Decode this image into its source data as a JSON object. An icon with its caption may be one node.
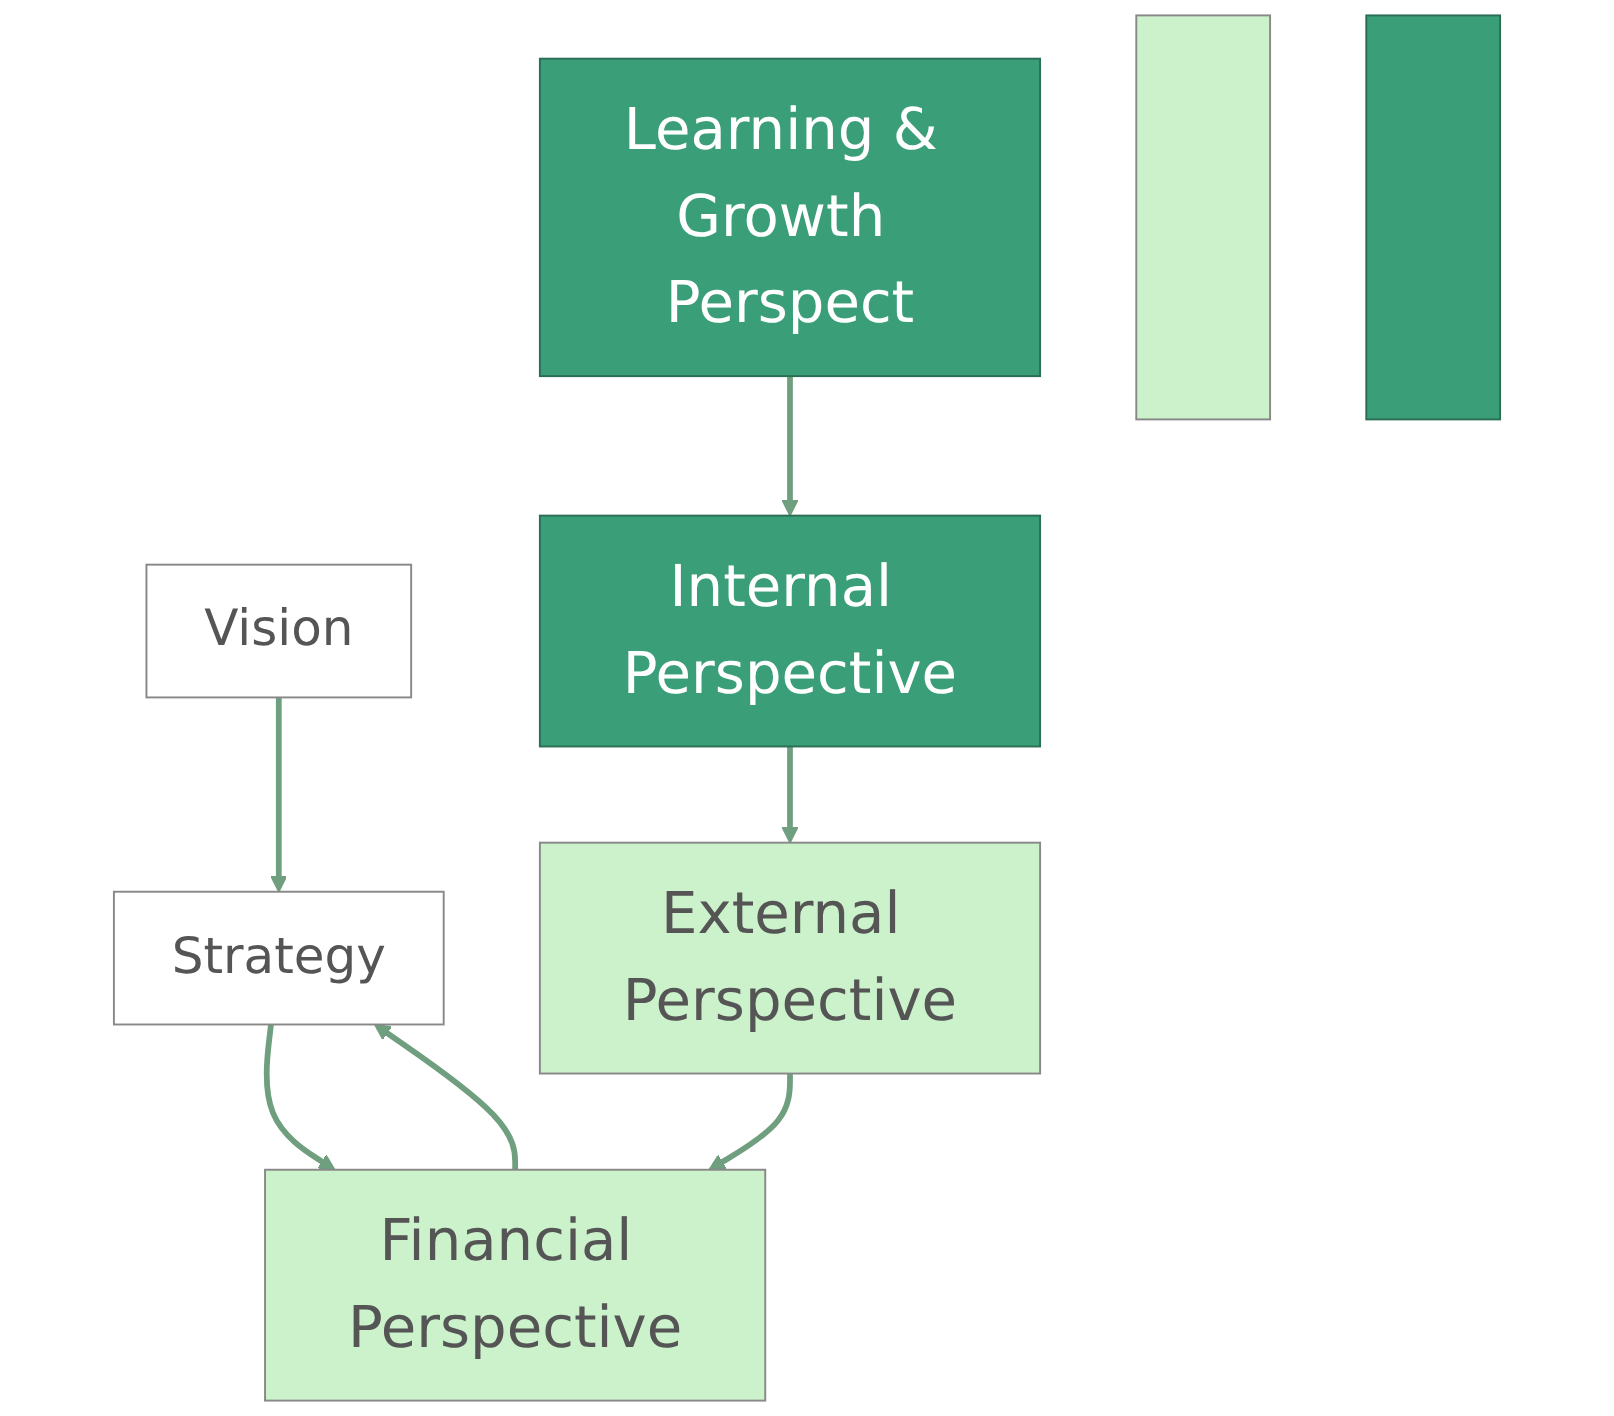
{
  "diagram": {
    "nodes": [
      {
        "text": [
          "Vision"
        ]
      },
      {
        "text": [
          "Strategy"
        ]
      },
      {
        "text": [
          "Financial Perspective"
        ]
      },
      {
        "text": [
          "External Perspective"
        ]
      },
      {
        "text": [
          "Internal Perspective"
        ]
      },
      {
        "text": [
          "Learning & Growth Perspect"
        ]
      },
      {
        "text": [],
        "shape": "bar"
      },
      {
        "text": [],
        "shape": "bar"
      }
    ],
    "edges": [
      {
        "from": 0,
        "to": 1,
        "arrow": "to"
      },
      {
        "from": 1,
        "to": 2,
        "arrow": "to"
      },
      {
        "from": 2,
        "to": 1,
        "arrow": "to"
      },
      {
        "from": 3,
        "to": 2,
        "arrow": "to"
      },
      {
        "from": 4,
        "to": 3,
        "arrow": "to"
      },
      {
        "from": 5,
        "to": 4,
        "arrow": "to"
      }
    ]
  }
}
